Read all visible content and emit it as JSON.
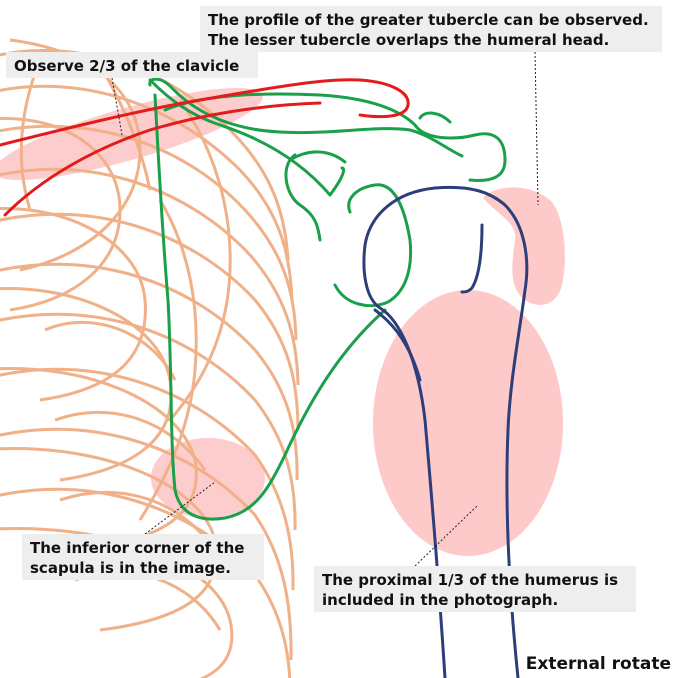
{
  "callouts": {
    "tubercle": {
      "line1": "The profile of the greater tubercle can be observed.",
      "line2": "The lesser tubercle overlaps the humeral head."
    },
    "clavicle": {
      "line1": "Observe 2/3 of the clavicle"
    },
    "scapula": {
      "line1": "The inferior corner of the",
      "line2": "scapula is in the image."
    },
    "humerus": {
      "line1": "The proximal 1/3 of the humerus is",
      "line2": "included in the photograph."
    }
  },
  "view_label": "External rotate",
  "colors": {
    "ribs": "#f0b088",
    "clavicle": "#e21c1c",
    "scapula": "#1aa04a",
    "humerus": "#2c3f7a",
    "highlight": "#fdc3c3",
    "callout_bg": "#eeeeee"
  }
}
